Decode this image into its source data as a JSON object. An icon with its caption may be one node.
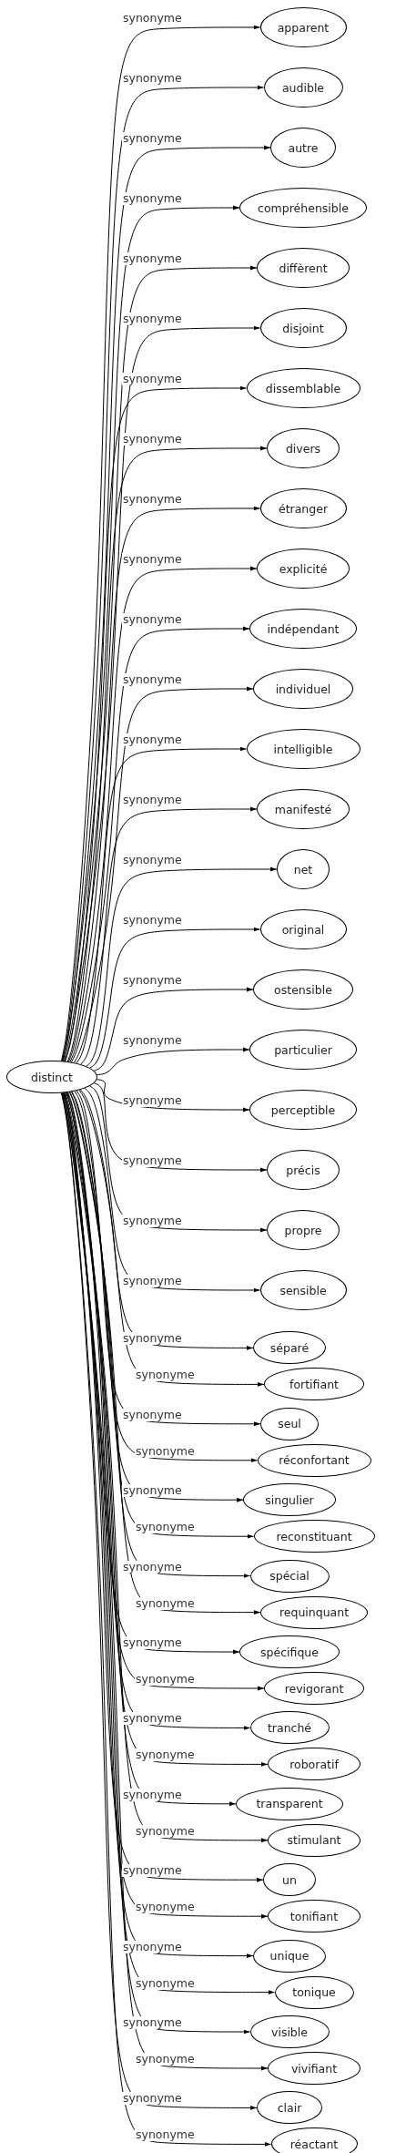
{
  "diagram": {
    "nodes": [
      {
        "text": [
          "distinct"
        ]
      },
      {
        "text": [
          "apparent"
        ]
      },
      {
        "text": [
          "audible"
        ]
      },
      {
        "text": [
          "autre"
        ]
      },
      {
        "text": [
          "compréhensible"
        ]
      },
      {
        "text": [
          "diffèrent"
        ]
      },
      {
        "text": [
          "disjoint"
        ]
      },
      {
        "text": [
          "dissemblable"
        ]
      },
      {
        "text": [
          "divers"
        ]
      },
      {
        "text": [
          "étranger"
        ]
      },
      {
        "text": [
          "explicité"
        ]
      },
      {
        "text": [
          "indépendant"
        ]
      },
      {
        "text": [
          "individuel"
        ]
      },
      {
        "text": [
          "intelligible"
        ]
      },
      {
        "text": [
          "manifesté"
        ]
      },
      {
        "text": [
          "net"
        ]
      },
      {
        "text": [
          "original"
        ]
      },
      {
        "text": [
          "ostensible"
        ]
      },
      {
        "text": [
          "particulier"
        ]
      },
      {
        "text": [
          "perceptible"
        ]
      },
      {
        "text": [
          "précis"
        ]
      },
      {
        "text": [
          "propre"
        ]
      },
      {
        "text": [
          "sensible"
        ]
      },
      {
        "text": [
          "séparé"
        ]
      },
      {
        "text": [
          "fortifiant"
        ]
      },
      {
        "text": [
          "seul"
        ]
      },
      {
        "text": [
          "réconfortant"
        ]
      },
      {
        "text": [
          "singulier"
        ]
      },
      {
        "text": [
          "reconstituant"
        ]
      },
      {
        "text": [
          "spécial"
        ]
      },
      {
        "text": [
          "requinquant"
        ]
      },
      {
        "text": [
          "spécifique"
        ]
      },
      {
        "text": [
          "revigorant"
        ]
      },
      {
        "text": [
          "tranché"
        ]
      },
      {
        "text": [
          "roboratif"
        ]
      },
      {
        "text": [
          "transparent"
        ]
      },
      {
        "text": [
          "stimulant"
        ]
      },
      {
        "text": [
          "un"
        ]
      },
      {
        "text": [
          "tonifiant"
        ]
      },
      {
        "text": [
          "unique"
        ]
      },
      {
        "text": [
          "tonique"
        ]
      },
      {
        "text": [
          "visible"
        ]
      },
      {
        "text": [
          "vivifiant"
        ]
      },
      {
        "text": [
          "clair"
        ]
      },
      {
        "text": [
          "réactant"
        ]
      }
    ],
    "edges": [
      {
        "from": 0,
        "to": 1,
        "arrow": "to",
        "label": "synonyme"
      },
      {
        "from": 0,
        "to": 2,
        "arrow": "to",
        "label": "synonyme"
      },
      {
        "from": 0,
        "to": 3,
        "arrow": "to",
        "label": "synonyme"
      },
      {
        "from": 0,
        "to": 4,
        "arrow": "to",
        "label": "synonyme"
      },
      {
        "from": 0,
        "to": 5,
        "arrow": "to",
        "label": "synonyme"
      },
      {
        "from": 0,
        "to": 6,
        "arrow": "to",
        "label": "synonyme"
      },
      {
        "from": 0,
        "to": 7,
        "arrow": "to",
        "label": "synonyme"
      },
      {
        "from": 0,
        "to": 8,
        "arrow": "to",
        "label": "synonyme"
      },
      {
        "from": 0,
        "to": 9,
        "arrow": "to",
        "label": "synonyme"
      },
      {
        "from": 0,
        "to": 10,
        "arrow": "to",
        "label": "synonyme"
      },
      {
        "from": 0,
        "to": 11,
        "arrow": "to",
        "label": "synonyme"
      },
      {
        "from": 0,
        "to": 12,
        "arrow": "to",
        "label": "synonyme"
      },
      {
        "from": 0,
        "to": 13,
        "arrow": "to",
        "label": "synonyme"
      },
      {
        "from": 0,
        "to": 14,
        "arrow": "to",
        "label": "synonyme"
      },
      {
        "from": 0,
        "to": 15,
        "arrow": "to",
        "label": "synonyme"
      },
      {
        "from": 0,
        "to": 16,
        "arrow": "to",
        "label": "synonyme"
      },
      {
        "from": 0,
        "to": 17,
        "arrow": "to",
        "label": "synonyme"
      },
      {
        "from": 0,
        "to": 18,
        "arrow": "to",
        "label": "synonyme"
      },
      {
        "from": 0,
        "to": 19,
        "arrow": "to",
        "label": "synonyme"
      },
      {
        "from": 0,
        "to": 20,
        "arrow": "to",
        "label": "synonyme"
      },
      {
        "from": 0,
        "to": 21,
        "arrow": "to",
        "label": "synonyme"
      },
      {
        "from": 0,
        "to": 22,
        "arrow": "to",
        "label": "synonyme"
      },
      {
        "from": 0,
        "to": 23,
        "arrow": "to",
        "label": "synonyme"
      },
      {
        "from": 0,
        "to": 24,
        "arrow": "to",
        "label": "synonyme"
      },
      {
        "from": 0,
        "to": 25,
        "arrow": "to",
        "label": "synonyme"
      },
      {
        "from": 0,
        "to": 26,
        "arrow": "to",
        "label": "synonyme"
      },
      {
        "from": 0,
        "to": 27,
        "arrow": "to",
        "label": "synonyme"
      },
      {
        "from": 0,
        "to": 28,
        "arrow": "to",
        "label": "synonyme"
      },
      {
        "from": 0,
        "to": 29,
        "arrow": "to",
        "label": "synonyme"
      },
      {
        "from": 0,
        "to": 30,
        "arrow": "to",
        "label": "synonyme"
      },
      {
        "from": 0,
        "to": 31,
        "arrow": "to",
        "label": "synonyme"
      },
      {
        "from": 0,
        "to": 32,
        "arrow": "to",
        "label": "synonyme"
      },
      {
        "from": 0,
        "to": 33,
        "arrow": "to",
        "label": "synonyme"
      },
      {
        "from": 0,
        "to": 34,
        "arrow": "to",
        "label": "synonyme"
      },
      {
        "from": 0,
        "to": 35,
        "arrow": "to",
        "label": "synonyme"
      },
      {
        "from": 0,
        "to": 36,
        "arrow": "to",
        "label": "synonyme"
      },
      {
        "from": 0,
        "to": 37,
        "arrow": "to",
        "label": "synonyme"
      },
      {
        "from": 0,
        "to": 38,
        "arrow": "to",
        "label": "synonyme"
      },
      {
        "from": 0,
        "to": 39,
        "arrow": "to",
        "label": "synonyme"
      },
      {
        "from": 0,
        "to": 40,
        "arrow": "to",
        "label": "synonyme"
      },
      {
        "from": 0,
        "to": 41,
        "arrow": "to",
        "label": "synonyme"
      },
      {
        "from": 0,
        "to": 42,
        "arrow": "to",
        "label": "synonyme"
      },
      {
        "from": 0,
        "to": 43,
        "arrow": "to",
        "label": "synonyme"
      },
      {
        "from": 0,
        "to": 44,
        "arrow": "to",
        "label": "synonyme"
      }
    ]
  }
}
